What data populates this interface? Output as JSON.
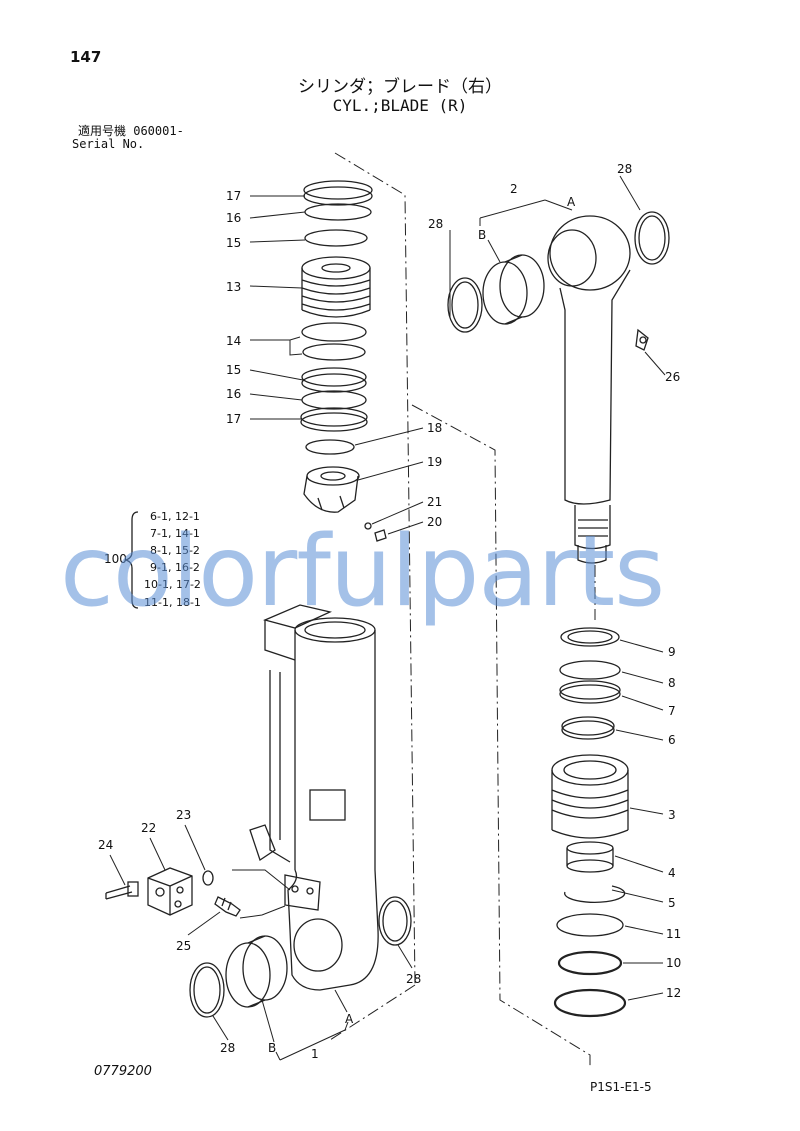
{
  "header": {
    "page_number": "147",
    "title_jp": "シリンダ；ブレード（右）",
    "title_en": "CYL.;BLADE (R)",
    "applicability": "適用号機  060001-",
    "serial": "Serial No."
  },
  "footer": {
    "drawing_code": "0779200",
    "page_code": "P1S1-E1-5"
  },
  "watermark": "colorfulparts",
  "kit": {
    "number": "100",
    "items": [
      "6-1, 12-1",
      "7-1, 14-1",
      "8-1, 15-2",
      "9-1, 16-2",
      "10-1, 17-2",
      "11-1, 18-1"
    ]
  },
  "callouts": {
    "c17a": "17",
    "c16a": "16",
    "c15a": "15",
    "c13": "13",
    "c14": "14",
    "c15b": "15",
    "c16b": "16",
    "c17b": "17",
    "c18": "18",
    "c19": "19",
    "c21": "21",
    "c20": "20",
    "c2": "2",
    "cA_top": "A",
    "cB_top": "B",
    "c28_tl": "28",
    "c28_tr": "28",
    "c26": "26",
    "c9": "9",
    "c8": "8",
    "c7": "7",
    "c6": "6",
    "c3": "3",
    "c4": "4",
    "c5": "5",
    "c11": "11",
    "c10": "10",
    "c12": "12",
    "c24": "24",
    "c22": "22",
    "c23": "23",
    "c25": "25",
    "c28_br": "28",
    "c28_bl": "28",
    "cB_bot": "B",
    "cA_bot": "A",
    "c1": "1"
  }
}
